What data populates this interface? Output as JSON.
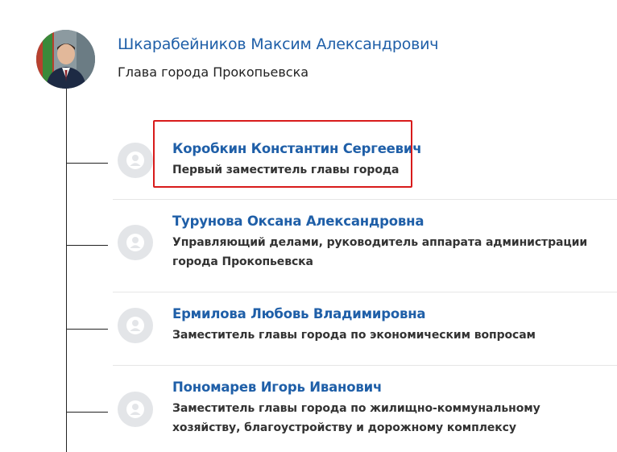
{
  "head": {
    "name": "Шкарабейников Максим Александрович",
    "position": "Глава города Прокопьевска",
    "avatar_icon": "person-photo"
  },
  "members": [
    {
      "name": "Коробкин Константин Сергеевич",
      "position": "Первый заместитель главы города",
      "avatar_icon": "user-placeholder-icon",
      "highlighted": true
    },
    {
      "name": "Турунова Оксана Александровна",
      "position": "Управляющий делами, руководитель аппарата администрации города Прокопьевска",
      "avatar_icon": "user-placeholder-icon",
      "highlighted": false
    },
    {
      "name": "Ермилова Любовь Владимировна",
      "position": "Заместитель главы города по экономическим вопросам",
      "avatar_icon": "user-placeholder-icon",
      "highlighted": false
    },
    {
      "name": "Пономарев Игорь Иванович",
      "position": "Заместитель главы города по жилищно-коммунальному хозяйству, благоустройству и дорожному комплексу",
      "avatar_icon": "user-placeholder-icon",
      "highlighted": false
    }
  ],
  "colors": {
    "link": "#1f5fa8",
    "highlight_border": "#d81b1b",
    "avatar_bg": "#e3e5e8",
    "avatar_glyph": "#ffffff"
  }
}
